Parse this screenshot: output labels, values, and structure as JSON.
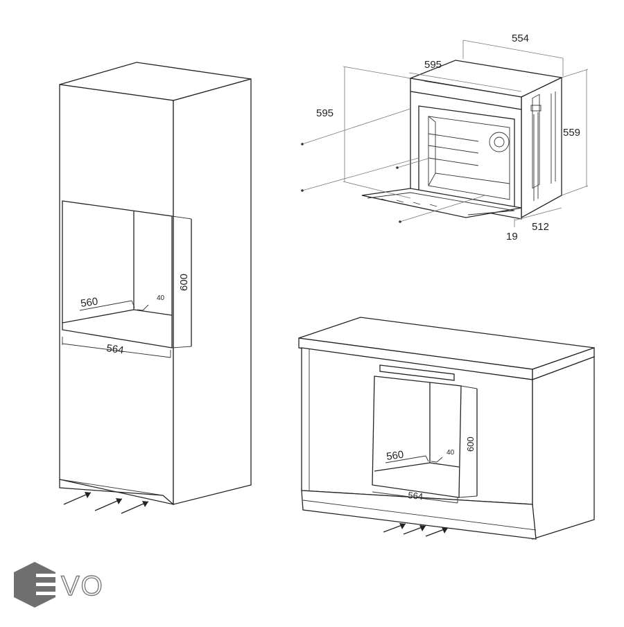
{
  "tall_cabinet": {
    "dim_width_inner": "560",
    "dim_width_outer": "564",
    "dim_height": "600",
    "dim_gap": "40"
  },
  "oven": {
    "dim_width_top": "554",
    "dim_width_front": "595",
    "dim_height_front": "595",
    "dim_height_side": "559",
    "dim_depth": "512",
    "dim_door": "19"
  },
  "base_cabinet": {
    "dim_width_inner": "560",
    "dim_width_outer": "564",
    "dim_height": "600",
    "dim_gap": "40"
  },
  "logo": {
    "text": "VO",
    "color": "#6f6f6f"
  }
}
